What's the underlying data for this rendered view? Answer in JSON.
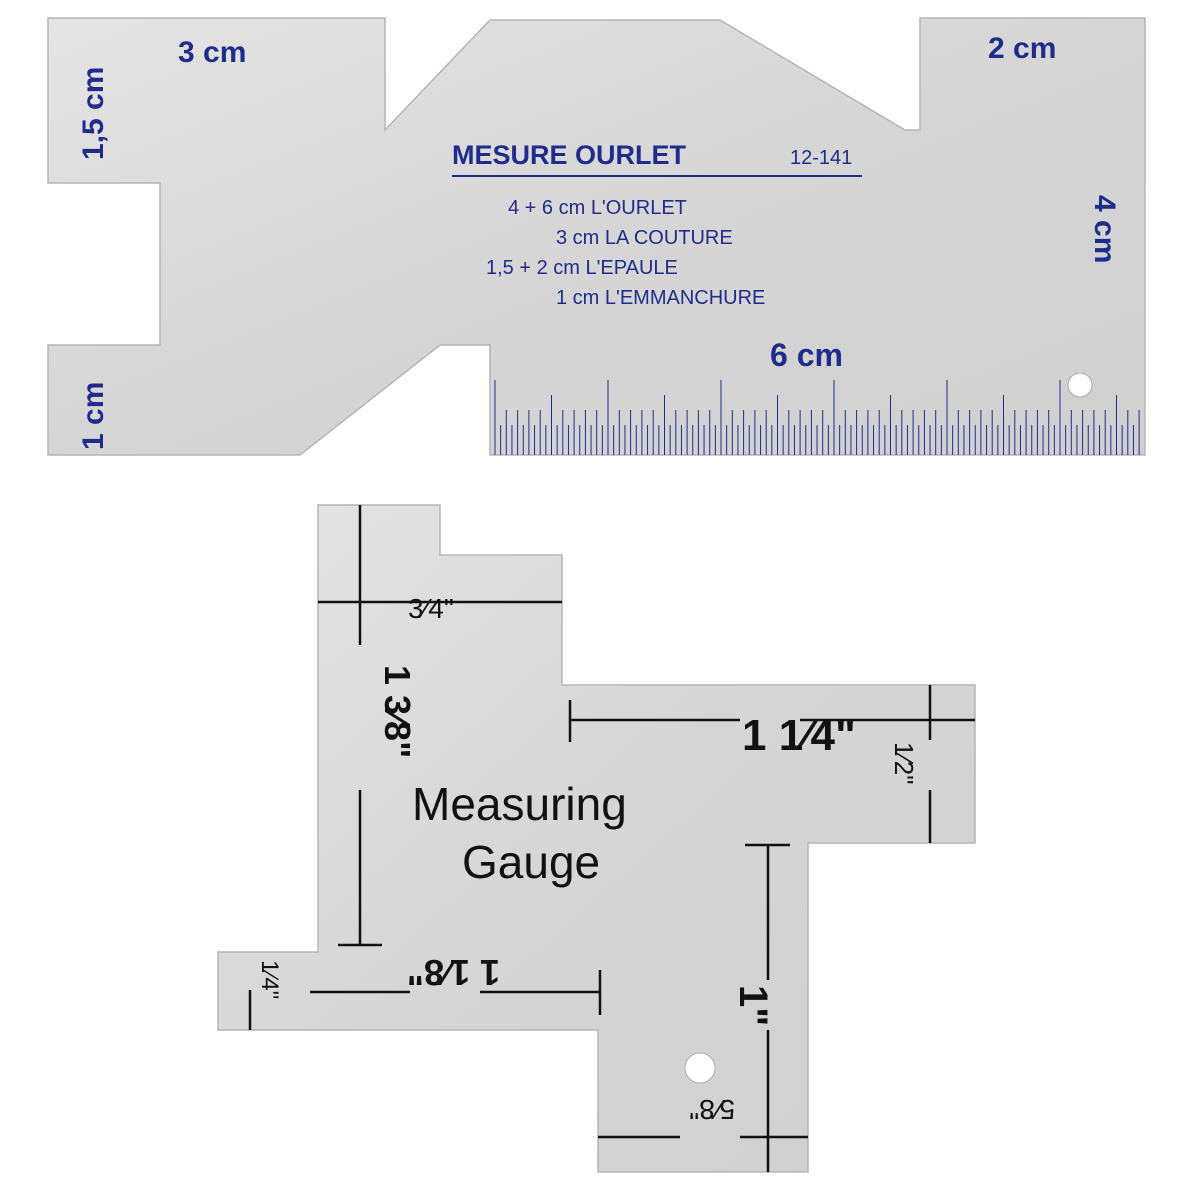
{
  "hem_gauge": {
    "title": "MESURE OURLET",
    "model": "12-141",
    "lines": [
      "4 + 6 cm L'OURLET",
      "3 cm LA COUTURE",
      "1,5 + 2 cm L'EPAULE",
      "1 cm L'EMMANCHURE"
    ],
    "labels": {
      "cm3": "3 cm",
      "cm2": "2 cm",
      "cm15": "1,5 cm",
      "cm1": "1 cm",
      "cm4": "4 cm",
      "cm6": "6 cm"
    },
    "text_color": "#1f2c8c"
  },
  "measuring_gauge": {
    "title_line1": "Measuring",
    "title_line2": "Gauge",
    "labels": {
      "three_quarter": "3⁄4\"",
      "one_three_eighths": "1 3⁄8\"",
      "one_quarter_big": "1 1⁄4\"",
      "half": "1⁄2\"",
      "quarter": "1⁄4\"",
      "one_eighth": "1 1⁄8\"",
      "one": "1\"",
      "five_eighths": "5⁄8\""
    }
  }
}
